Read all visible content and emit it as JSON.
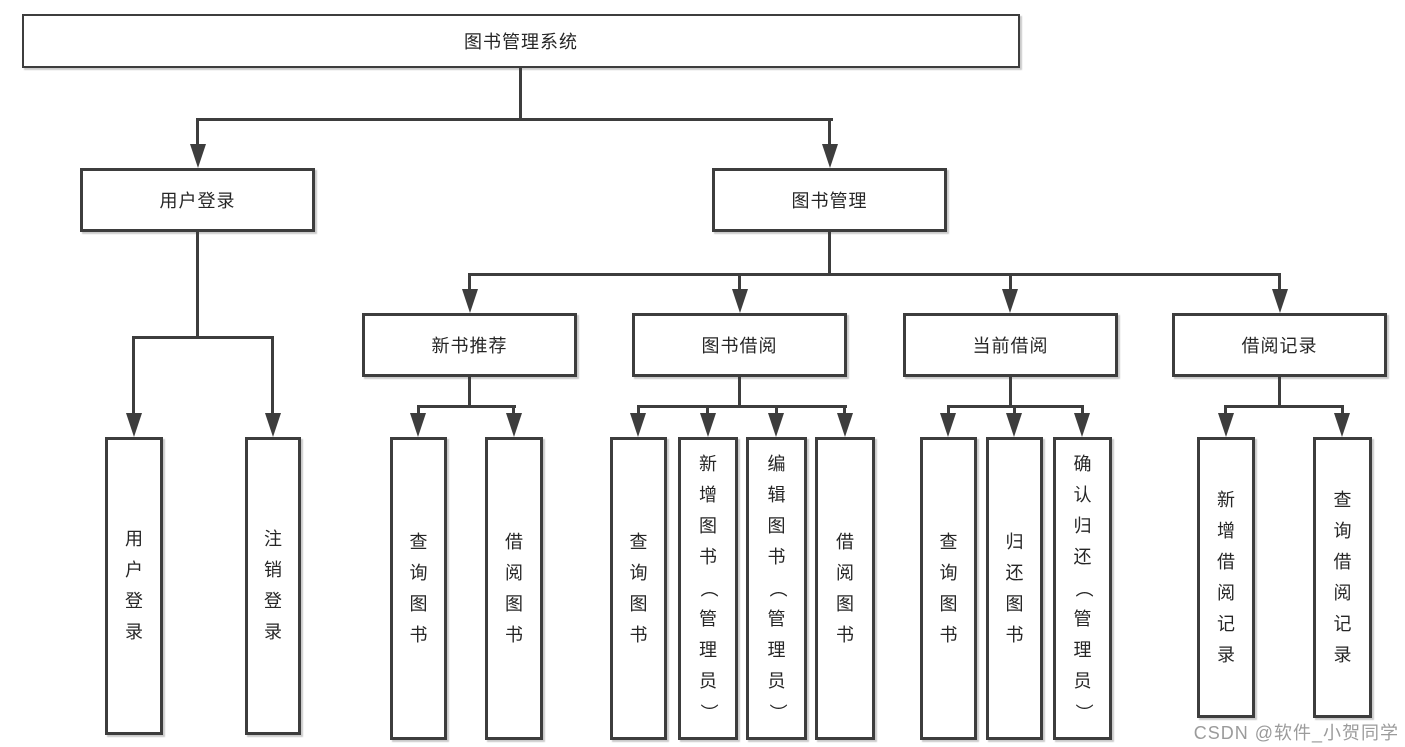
{
  "colors": {
    "background": "#ffffff",
    "box_border": "#3d3d3d",
    "connector_line": "#3d3d3d",
    "text": "#262626",
    "watermark": "#9b9b9b"
  },
  "watermark": {
    "text": "CSDN @软件_小贺同学"
  },
  "tree": {
    "label": "图书管理系统",
    "children": [
      {
        "label": "用户登录",
        "children": [
          {
            "label": "用户登录"
          },
          {
            "label": "注销登录"
          }
        ]
      },
      {
        "label": "图书管理",
        "children": [
          {
            "label": "新书推荐",
            "children": [
              {
                "label": "查询图书"
              },
              {
                "label": "借阅图书"
              }
            ]
          },
          {
            "label": "图书借阅",
            "children": [
              {
                "label": "查询图书"
              },
              {
                "label": "新增图书（管理员）"
              },
              {
                "label": "编辑图书（管理员）"
              },
              {
                "label": "借阅图书"
              }
            ]
          },
          {
            "label": "当前借阅",
            "children": [
              {
                "label": "查询图书"
              },
              {
                "label": "归还图书"
              },
              {
                "label": "确认归还（管理员）"
              }
            ]
          },
          {
            "label": "借阅记录",
            "children": [
              {
                "label": "新增借阅记录"
              },
              {
                "label": "查询借阅记录"
              }
            ]
          }
        ]
      }
    ]
  }
}
